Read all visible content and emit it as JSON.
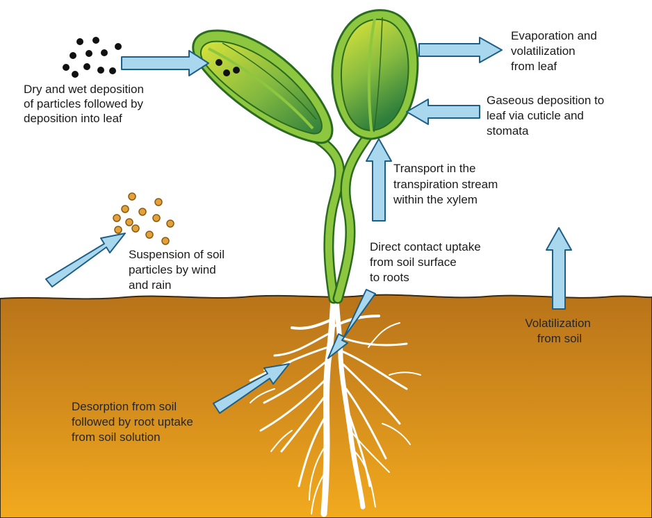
{
  "diagram": {
    "labels": {
      "dry_wet": [
        "Dry and wet deposition",
        "of particles followed by",
        "deposition into leaf"
      ],
      "evaporation": [
        "Evaporation and",
        "volatilization",
        "from leaf"
      ],
      "gaseous": [
        "Gaseous deposition to",
        "leaf via cuticle and",
        "stomata"
      ],
      "transport": [
        "Transport in the",
        "transpiration stream",
        "within the xylem"
      ],
      "suspension": [
        "Suspension of soil",
        "particles by wind",
        "and rain"
      ],
      "direct_contact": [
        "Direct contact uptake",
        "from soil surface",
        "to roots"
      ],
      "volatilization_soil": [
        "Volatilization",
        "from soil"
      ],
      "desorption": [
        "Desorption from soil",
        "followed by root uptake",
        "from soil solution"
      ]
    },
    "colors": {
      "arrow_fill": "#a9d8ee",
      "arrow_stroke": "#1e5f86",
      "stem": "#8dc63f",
      "leaf_dark": "#2b7a3b",
      "leaf_light": "#d7e23a",
      "soil_top": "#c0781a",
      "soil_bottom": "#f0a81e",
      "particle_dark": "#111111",
      "particle_soil": "#e2a13a",
      "root": "#ffffff"
    }
  }
}
